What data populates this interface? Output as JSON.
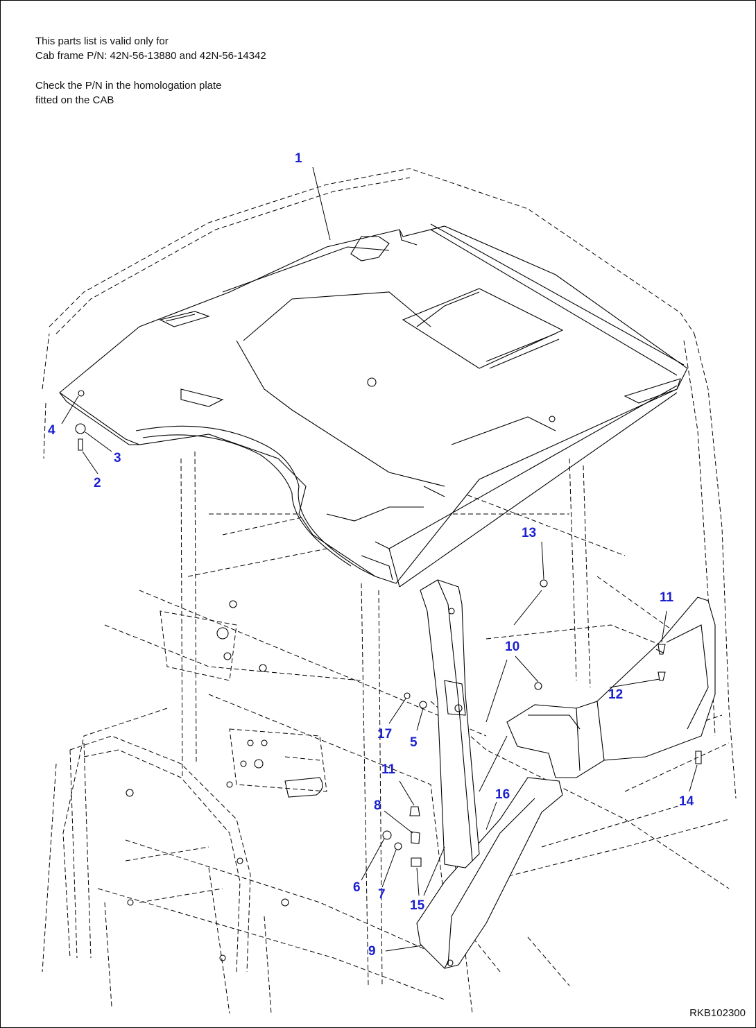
{
  "notes": {
    "line1": "This parts list is valid only for",
    "line2": "Cab frame P/N: 42N-56-13880 and 42N-56-14342",
    "line3": "Check the P/N in the homologation plate",
    "line4": "fitted on the CAB"
  },
  "drawing_code": "RKB102300",
  "callouts": [
    {
      "id": "c1",
      "label": "1"
    },
    {
      "id": "c2",
      "label": "2"
    },
    {
      "id": "c3",
      "label": "3"
    },
    {
      "id": "c4",
      "label": "4"
    },
    {
      "id": "c5",
      "label": "5"
    },
    {
      "id": "c6",
      "label": "6"
    },
    {
      "id": "c7",
      "label": "7"
    },
    {
      "id": "c8",
      "label": "8"
    },
    {
      "id": "c9",
      "label": "9"
    },
    {
      "id": "c10",
      "label": "10"
    },
    {
      "id": "c11a",
      "label": "11"
    },
    {
      "id": "c11b",
      "label": "11"
    },
    {
      "id": "c12",
      "label": "12"
    },
    {
      "id": "c13",
      "label": "13"
    },
    {
      "id": "c14",
      "label": "14"
    },
    {
      "id": "c15",
      "label": "15"
    },
    {
      "id": "c16",
      "label": "16"
    },
    {
      "id": "c17",
      "label": "17"
    }
  ],
  "colors": {
    "callout": "#1a1fd0",
    "line": "#000000",
    "background": "#ffffff"
  }
}
